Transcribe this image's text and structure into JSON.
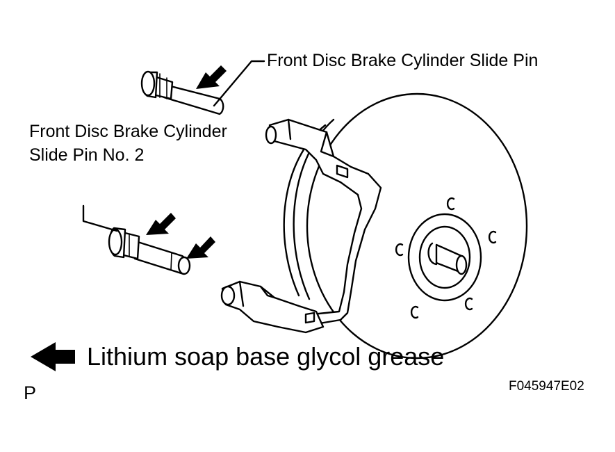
{
  "labels": {
    "slide_pin": "Front Disc Brake Cylinder Slide Pin",
    "slide_pin_no2_line1": "Front Disc Brake Cylinder",
    "slide_pin_no2_line2": "Slide Pin No. 2"
  },
  "legend": {
    "text": "Lithium soap base glycol grease",
    "icon": "left-arrow-icon"
  },
  "corner_code": "P",
  "figure_code": "F045947E02"
}
